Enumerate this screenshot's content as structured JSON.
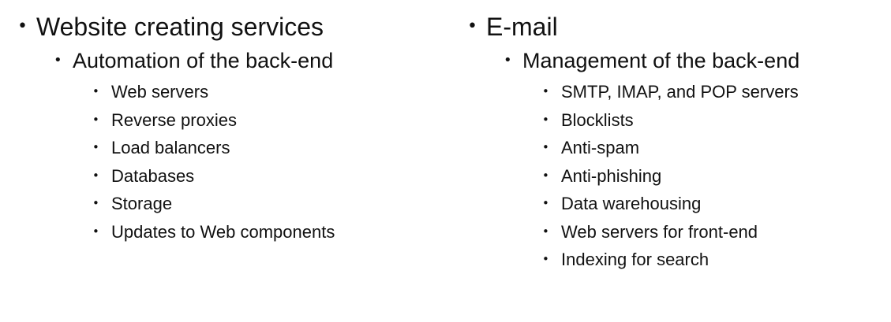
{
  "bullet_glyph": "•",
  "left_column": {
    "heading": "Website creating services",
    "subheading": "Automation of the back-end",
    "items": [
      "Web servers",
      "Reverse proxies",
      "Load balancers",
      "Databases",
      "Storage",
      "Updates to Web components"
    ]
  },
  "right_column": {
    "heading": "E-mail",
    "subheading": "Management of the back-end",
    "items": [
      "SMTP, IMAP, and POP servers",
      "Blocklists",
      "Anti-spam",
      "Anti-phishing",
      "Data warehousing",
      "Web servers for front-end",
      "Indexing for search"
    ]
  }
}
